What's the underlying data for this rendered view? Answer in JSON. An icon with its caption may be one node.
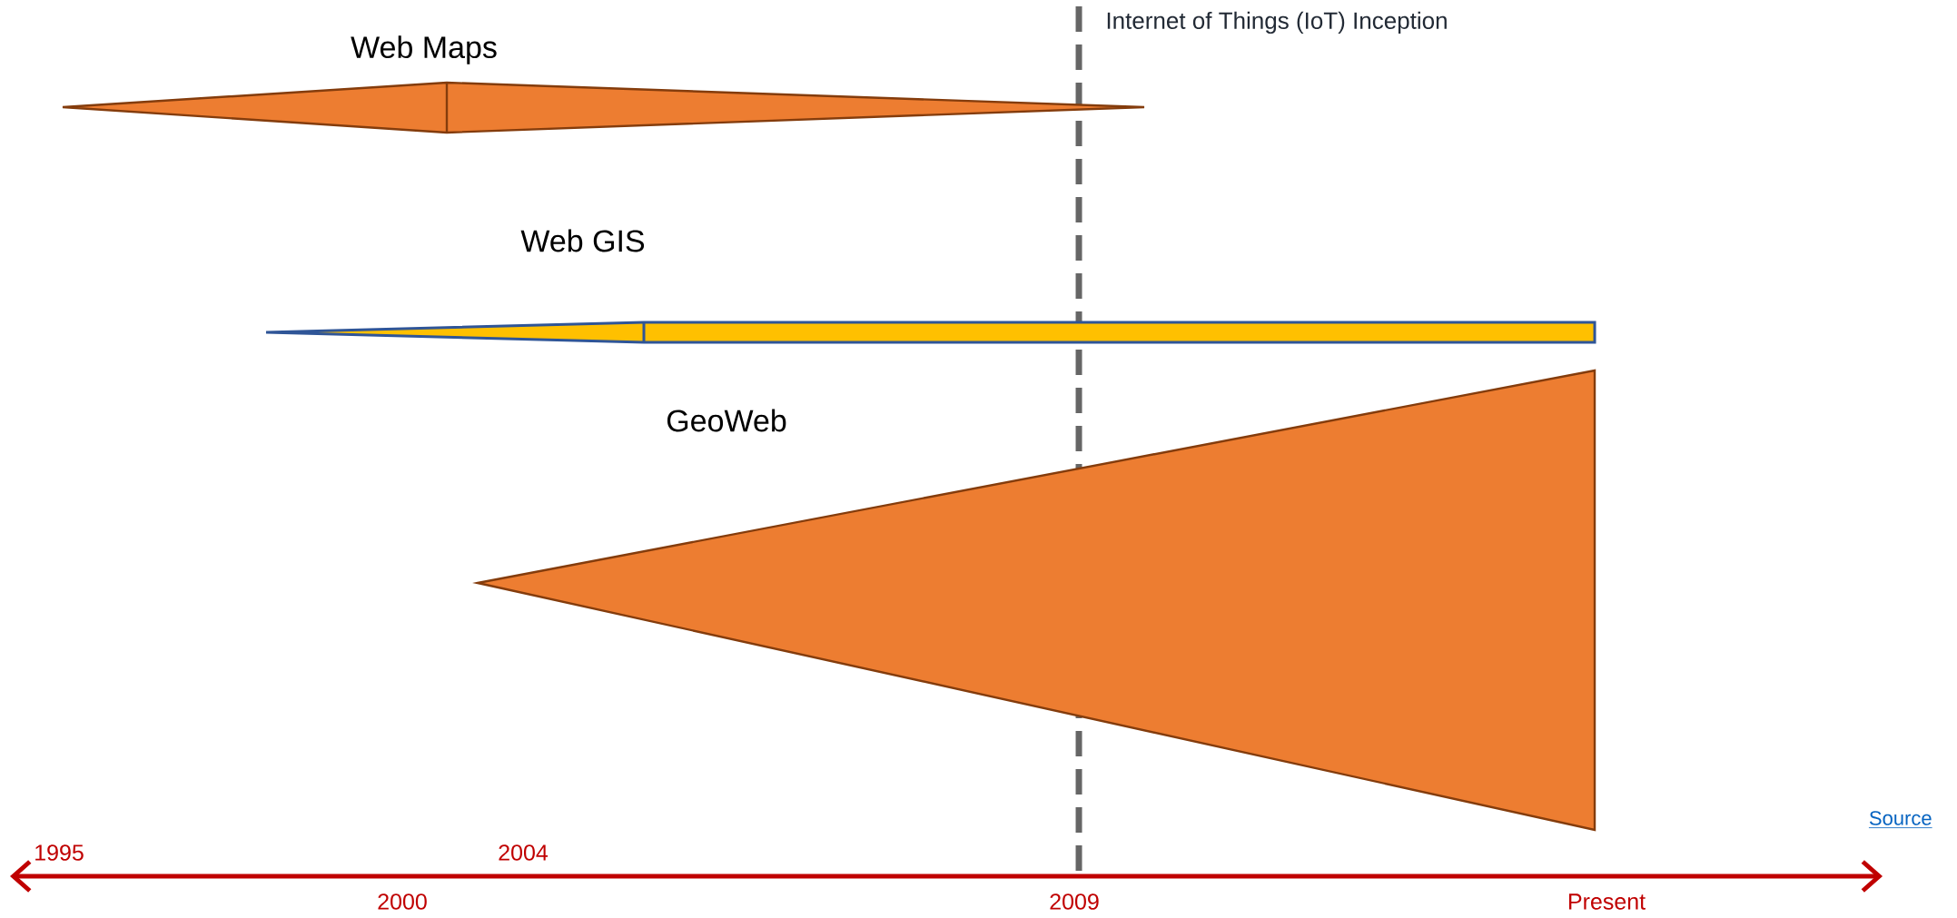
{
  "diagram": {
    "nodes": [
      {
        "text": [
          "Web Maps"
        ]
      },
      {
        "text": [
          "Web GIS"
        ]
      },
      {
        "text": [
          "GeoWeb"
        ]
      }
    ],
    "edges": [],
    "labels": [
      "Internet of Things (IoT) Inception",
      "Source",
      "1995",
      "2004",
      "2000",
      "2009",
      "Present"
    ]
  }
}
